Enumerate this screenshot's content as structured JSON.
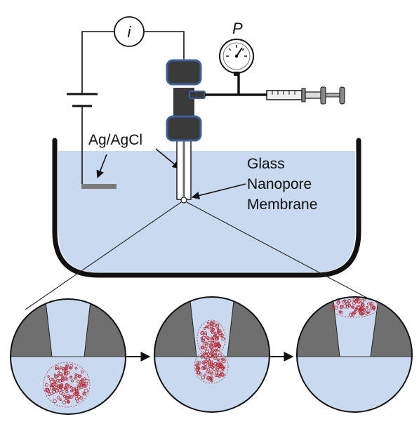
{
  "labels": {
    "current_symbol": "i",
    "pressure_symbol": "P",
    "electrode": "Ag/AgCl",
    "membrane_line1": "Glass",
    "membrane_line2": "Nanopore",
    "membrane_line3": "Membrane"
  },
  "colors": {
    "solution": "#c9d9ef",
    "glass": "#6f6f6f",
    "holder": "#3a3a3a",
    "holder_outline": "#3d5f9a",
    "particle": "#b8313a",
    "line": "#111111"
  },
  "icons": [
    "ammeter-icon",
    "pressure-gauge-icon",
    "battery-icon",
    "syringe-icon",
    "arrow-icon"
  ],
  "stages": [
    "particle-approach",
    "particle-translocating",
    "particle-passed"
  ]
}
